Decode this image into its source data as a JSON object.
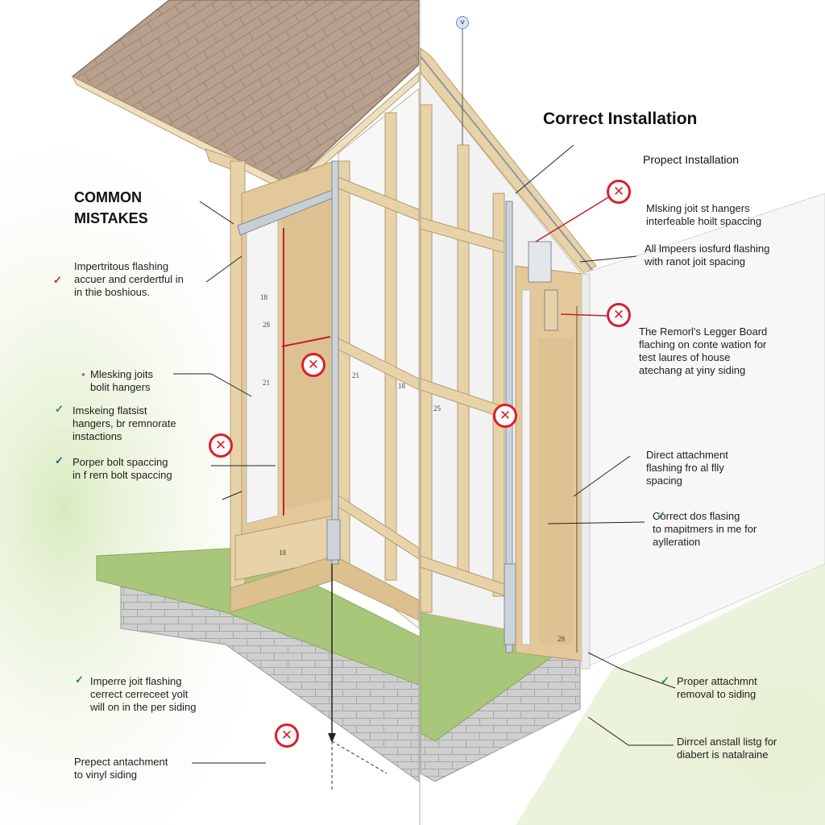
{
  "left": {
    "heading": "COMMON\nMISTAKES",
    "labels": [
      {
        "text": "Impertritous flashing\naccuer and cerdertful in\nin thie boshious.",
        "mark": "check"
      },
      {
        "text": "Mlesking joits\nbolit hangers",
        "mark": "none"
      },
      {
        "text": "Imskeing flatsist\nhangers, br remnorate\ninstactions",
        "mark": "check"
      },
      {
        "text": "Porper bolt spaccing\nin f rern bolt spaccing",
        "mark": "check"
      },
      {
        "text": "Imperre joit flashing\ncerrect cerreceet yolt\nwill on in the per siding",
        "mark": "check"
      },
      {
        "text": "Prepect antachment\nto vinyl siding",
        "mark": "none"
      }
    ]
  },
  "right": {
    "title": "Correct Installation",
    "subtitle": "Propect Installation",
    "labels": [
      {
        "text": "Mlsking joit st hangers\ninterfeable hoilt spaccing",
        "mark": "none"
      },
      {
        "text": "All lmpeers iosfurd flashing\nwith ranot joit spacing",
        "mark": "none"
      },
      {
        "text": "The Remorl's Legger Board\nflaching on conte wation for\ntest laures of house\natechang at yiny siding",
        "mark": "none"
      },
      {
        "text": "Direct attachment\nflashing fro al flly\nspacing",
        "mark": "none"
      },
      {
        "text": "Correct dos flasing\nto mapitmers in me for\naylleration",
        "mark": "check"
      },
      {
        "text": "Proper attachmnt\nremoval to siding",
        "mark": "check"
      },
      {
        "text": "Dirrcel anstall listg for\ndiabert is natalraine",
        "mark": "none"
      }
    ]
  },
  "dimensions": [
    "18",
    "28",
    "21",
    "21",
    "18",
    "25",
    "18",
    "28"
  ],
  "markers": {
    "top_marker": "v",
    "mistake_symbol": "✕",
    "check_symbol": "✓"
  },
  "colors": {
    "mistake_red": "#d9202c",
    "check_green": "#2e8b3e",
    "check_red": "#cc2030",
    "wood": "#e8d3a8",
    "wood_dark": "#c9ad7c",
    "roof": "#b39a86",
    "grass": "#a9c77a",
    "concrete": "#c9c9c9"
  }
}
